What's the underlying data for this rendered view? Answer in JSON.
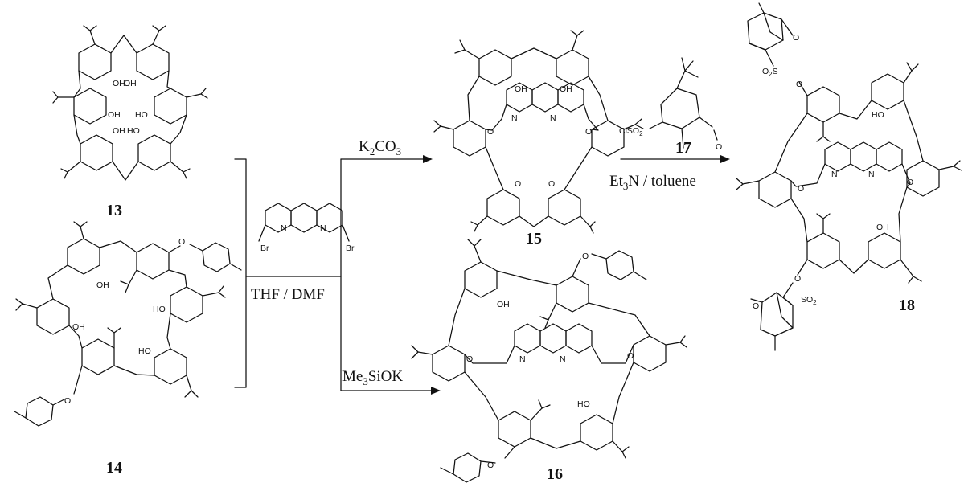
{
  "compounds": {
    "c13": "13",
    "c14": "14",
    "c15": "15",
    "c16": "16",
    "c17": "17",
    "c18": "18"
  },
  "reagents": {
    "k2co3_main": "K",
    "k2co3_sub": "2",
    "k2co3_tail": "CO",
    "k2co3_sub2": "3",
    "me3siok_a": "Me",
    "me3siok_sub": "3",
    "me3siok_b": "SiOK",
    "solvent_mid": "THF / DMF",
    "et3n": "Et",
    "et3n_sub": "3",
    "et3n_tail": "N / toluene"
  },
  "atoms": {
    "oh": "OH",
    "ho": "HO",
    "o": "O",
    "n": "N",
    "br": "Br",
    "clso2": "ClSO",
    "clso2_sub": "2",
    "o2s": "O",
    "o2s_sub": "2",
    "s": "S",
    "so2": "SO",
    "so2_sub": "2"
  }
}
